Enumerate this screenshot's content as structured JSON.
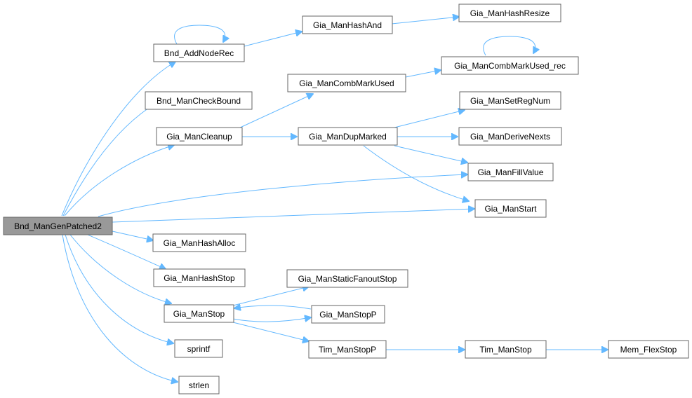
{
  "colors": {
    "edge": "#63b8ff",
    "root_fill": "#999999",
    "node_fill": "#ffffff",
    "node_border": "#666666"
  },
  "nodes": {
    "root": "Bnd_ManGenPatched2",
    "addnoderec": "Bnd_AddNodeRec",
    "checkbound": "Bnd_ManCheckBound",
    "cleanup": "Gia_ManCleanup",
    "hashalloc": "Gia_ManHashAlloc",
    "hashstop": "Gia_ManHashStop",
    "stop": "Gia_ManStop",
    "sprintf": "sprintf",
    "strlen": "strlen",
    "hashand": "Gia_ManHashAnd",
    "hashresize": "Gia_ManHashResize",
    "combmarkused": "Gia_ManCombMarkUsed",
    "combmarkusedrec": "Gia_ManCombMarkUsed_rec",
    "dupmarked": "Gia_ManDupMarked",
    "setregnum": "Gia_ManSetRegNum",
    "derivenexts": "Gia_ManDeriveNexts",
    "fillvalue": "Gia_ManFillValue",
    "start": "Gia_ManStart",
    "staticfanoutstop": "Gia_ManStaticFanoutStop",
    "stopp": "Gia_ManStopP",
    "timstopp": "Tim_ManStopP",
    "timstop": "Tim_ManStop",
    "memflexstop": "Mem_FlexStop"
  }
}
